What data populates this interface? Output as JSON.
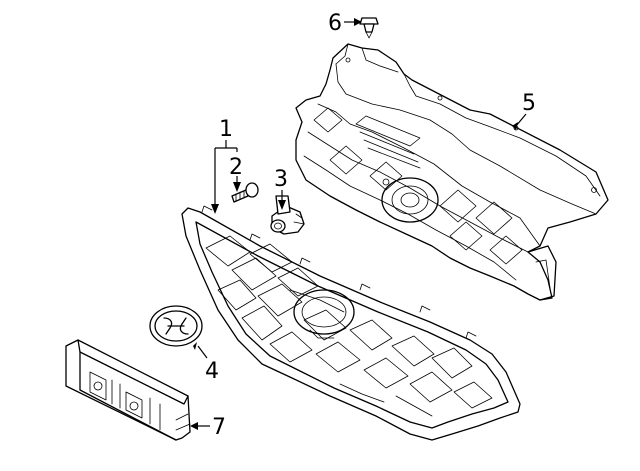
{
  "callouts": {
    "c1": "1",
    "c2": "2",
    "c3": "3",
    "c4": "4",
    "c5": "5",
    "c6": "6",
    "c7": "7"
  },
  "parts": {
    "p1": "grille-assembly",
    "p2": "screw",
    "p3": "sensor-bracket",
    "p4": "emblem",
    "p5": "grille-support-panel",
    "p6": "clip",
    "p7": "plate-bracket"
  }
}
